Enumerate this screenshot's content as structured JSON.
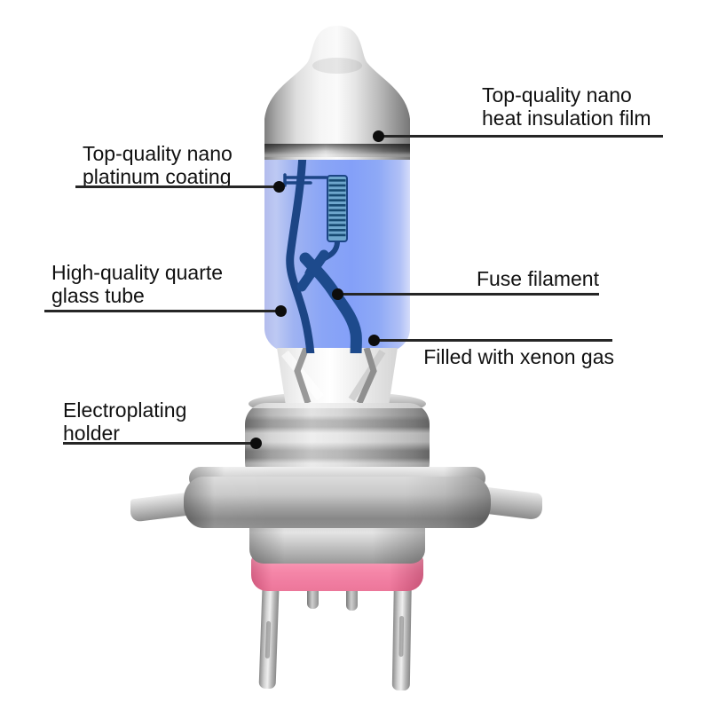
{
  "diagram": {
    "callouts": {
      "heat_film": {
        "line1": "Top-quality nano",
        "line2": "heat insulation film"
      },
      "platinum": {
        "line1": "Top-quality nano",
        "line2": "platinum coating"
      },
      "glass_tube": {
        "line1": "High-quality quarte",
        "line2": "glass tube"
      },
      "fuse": {
        "line1": "Fuse filament"
      },
      "xenon": {
        "line1": "Filled with xenon gas"
      },
      "holder": {
        "line1": "Electroplating",
        "line2": "holder"
      }
    },
    "colors": {
      "background": "#ffffff",
      "glass_blue": "#84a0f8",
      "glass_light": "#b3bced",
      "wire_navy": "#1c4585",
      "coil_fill": "#6ea6cc",
      "metal_light": "#f2f2f2",
      "metal_dark": "#8a8a8a",
      "pink_ring": "#f0688e",
      "label_text": "#111111",
      "leader_line": "#262626"
    }
  }
}
